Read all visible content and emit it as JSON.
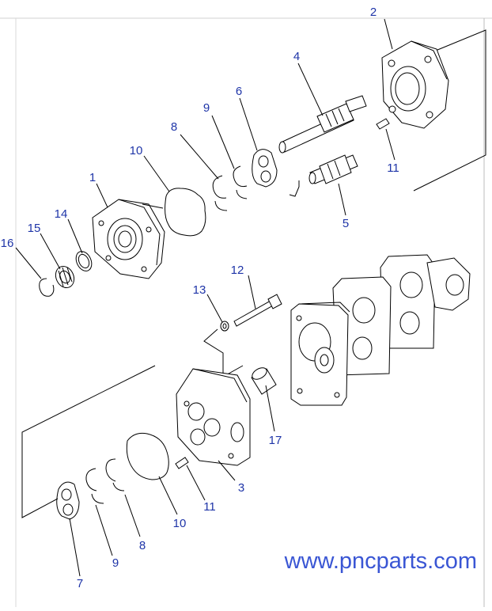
{
  "diagram": {
    "callouts": {
      "c1": "1",
      "c2": "2",
      "c3": "3",
      "c4": "4",
      "c5": "5",
      "c6": "6",
      "c7": "7",
      "c8a": "8",
      "c8b": "8",
      "c9a": "9",
      "c9b": "9",
      "c10a": "10",
      "c10b": "10",
      "c11a": "11",
      "c11b": "11",
      "c12": "12",
      "c13": "13",
      "c14": "14",
      "c15": "15",
      "c16": "16",
      "c17": "17"
    },
    "watermark": "www.pncparts.com",
    "colors": {
      "callout": "#1f35a8",
      "watermark": "#3a56d4",
      "line": "#000000",
      "frame": "#bdbdbd"
    }
  }
}
